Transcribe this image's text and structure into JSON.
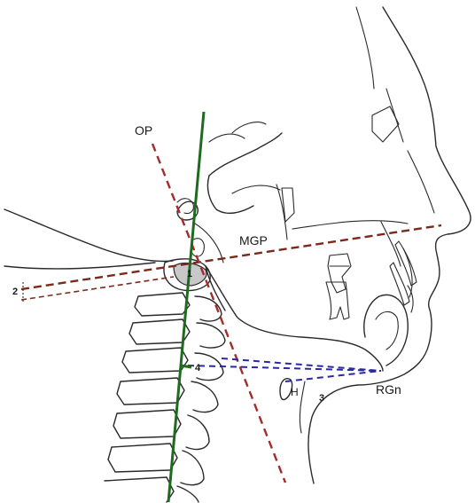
{
  "diagram": {
    "labels": {
      "op": "OP",
      "mgp": "MGP",
      "rgn": "RGn",
      "h": "H",
      "n1": "1",
      "n2": "2",
      "n3": "3",
      "n4": "4"
    },
    "colors": {
      "op_line": "#a52a2a",
      "mgp_line": "#7a2a1a",
      "vertical_line": "#1e6a1e",
      "hyoid_lines": "#2a2a9a",
      "bone_fill": "#c8c8c8",
      "ink": "#2a2a2a"
    }
  }
}
